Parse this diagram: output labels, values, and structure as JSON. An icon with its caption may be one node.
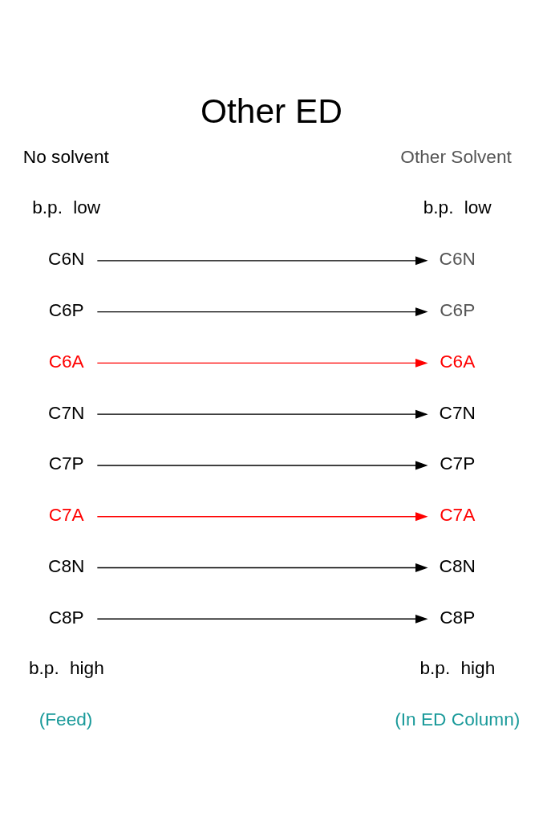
{
  "diagram": {
    "title": "Other ED",
    "nodes": [
      {
        "text": [
          "C6N"
        ]
      },
      {
        "text": [
          "C6P"
        ]
      },
      {
        "text": [
          "C6A"
        ]
      },
      {
        "text": [
          "C7N"
        ]
      },
      {
        "text": [
          "C7P"
        ]
      },
      {
        "text": [
          "C7A"
        ]
      },
      {
        "text": [
          "C8N"
        ]
      },
      {
        "text": [
          "C8P"
        ]
      },
      {
        "text": [
          "C6N"
        ]
      },
      {
        "text": [
          "C6P"
        ]
      },
      {
        "text": [
          "C6A"
        ]
      },
      {
        "text": [
          "C7N"
        ]
      },
      {
        "text": [
          "C7P"
        ]
      },
      {
        "text": [
          "C7A"
        ]
      },
      {
        "text": [
          "C8N"
        ]
      },
      {
        "text": [
          "C8P"
        ]
      }
    ],
    "edges": [
      {
        "from": 0,
        "to": 8,
        "arrow": "to"
      },
      {
        "from": 1,
        "to": 9,
        "arrow": "to"
      },
      {
        "from": 2,
        "to": 10,
        "arrow": "to",
        "color": "#ff0000"
      },
      {
        "from": 3,
        "to": 11,
        "arrow": "to"
      },
      {
        "from": 4,
        "to": 12,
        "arrow": "to"
      },
      {
        "from": 5,
        "to": 13,
        "arrow": "to",
        "color": "#ff0000"
      },
      {
        "from": 6,
        "to": 14,
        "arrow": "to"
      },
      {
        "from": 7,
        "to": 15,
        "arrow": "to"
      }
    ],
    "labels": [
      "No solvent",
      "Other Solvent",
      "b.p.",
      "low",
      "b.p.",
      "low",
      "b.p.",
      "high",
      "(Feed)",
      "b.p.",
      "high",
      "(In ED Column)"
    ]
  }
}
